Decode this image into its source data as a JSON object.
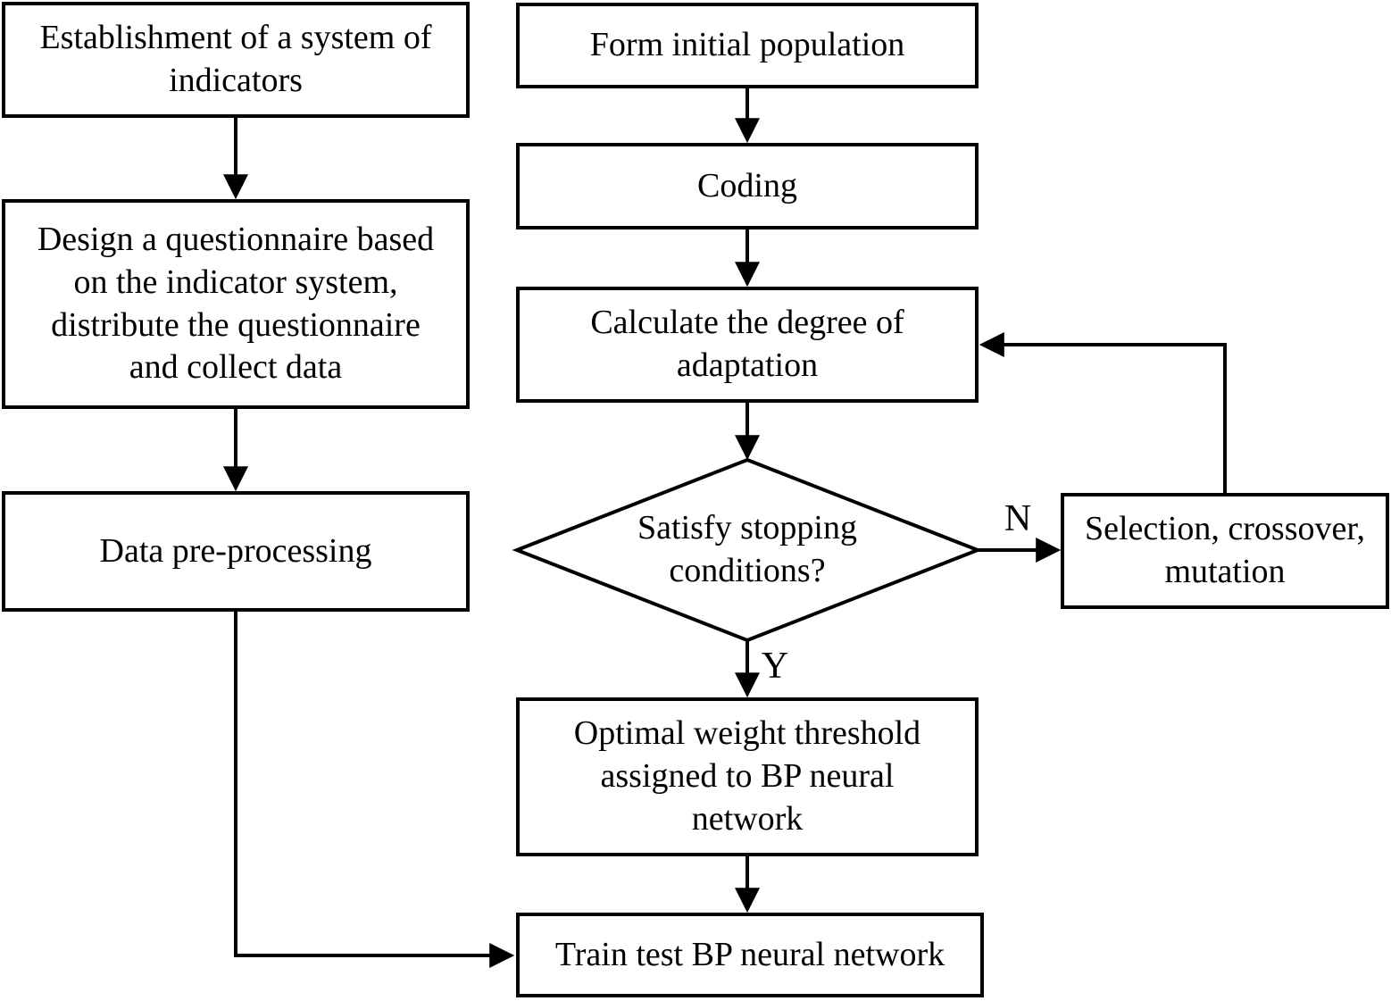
{
  "diagram": {
    "type": "flowchart",
    "colors": {
      "stroke": "#000000",
      "fill": "#ffffff",
      "text": "#000000",
      "background": "#ffffff"
    },
    "nodes": {
      "establish_indicators": {
        "shape": "rect",
        "label": "Establishment of a system of\nindicators"
      },
      "design_questionnaire": {
        "shape": "rect",
        "label": "Design a questionnaire based\non the indicator system,\ndistribute the questionnaire\nand collect data"
      },
      "data_preprocessing": {
        "shape": "rect",
        "label": "Data pre-processing"
      },
      "form_initial_population": {
        "shape": "rect",
        "label": "Form initial population"
      },
      "coding": {
        "shape": "rect",
        "label": "Coding"
      },
      "calculate_adaptation": {
        "shape": "rect",
        "label": "Calculate the degree of\nadaptation"
      },
      "satisfy_stopping": {
        "shape": "diamond",
        "label": "Satisfy stopping\nconditions?"
      },
      "selection_crossover_mutation": {
        "shape": "rect",
        "label": "Selection, crossover,\nmutation"
      },
      "optimal_weight_threshold": {
        "shape": "rect",
        "label": "Optimal weight threshold\nassigned to BP neural\nnetwork"
      },
      "train_test_bp": {
        "shape": "rect",
        "label": "Train test BP neural network"
      }
    },
    "edge_labels": {
      "no": "N",
      "yes": "Y"
    }
  }
}
